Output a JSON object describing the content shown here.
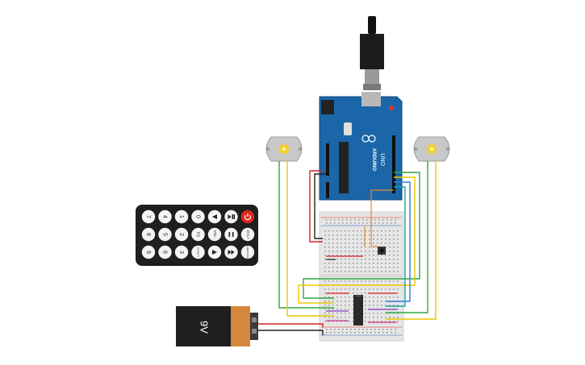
{
  "arduino": {
    "brand": "ARDUINO",
    "model": "UNO",
    "logo": "arduino-infinity-logo"
  },
  "remote": {
    "buttons": [
      {
        "label": "7",
        "icon": null
      },
      {
        "label": "4",
        "icon": null
      },
      {
        "label": "1",
        "icon": null
      },
      {
        "label": "0",
        "icon": null
      },
      {
        "label": "",
        "icon": "rewind-icon"
      },
      {
        "label": "",
        "icon": "play-pause-icon"
      },
      {
        "label": "",
        "icon": "power-icon"
      },
      {
        "label": "8",
        "icon": null
      },
      {
        "label": "5",
        "icon": null
      },
      {
        "label": "2",
        "icon": null
      },
      {
        "label": "EQ",
        "icon": null
      },
      {
        "label": "VOL-",
        "icon": null
      },
      {
        "label": "",
        "icon": "stop-icon"
      },
      {
        "label": "VOL+",
        "icon": null
      },
      {
        "label": "9",
        "icon": null
      },
      {
        "label": "6",
        "icon": null
      },
      {
        "label": "3",
        "icon": null
      },
      {
        "label": "ST/REPT",
        "icon": null
      },
      {
        "label": "",
        "icon": "up-icon"
      },
      {
        "label": "",
        "icon": "fast-forward-icon"
      },
      {
        "label": "FUNC/STOP",
        "icon": null
      }
    ]
  },
  "battery": {
    "label": "9V"
  },
  "colors": {
    "arduino_blue": "#1b66a8",
    "breadboard": "#e6e6e6",
    "wire_red": "#d42020",
    "wire_black": "#222222",
    "wire_green": "#2fa83a",
    "wire_yellow": "#e8c800",
    "wire_blue": "#3a78d8",
    "wire_teal": "#1aa3a3",
    "wire_orange": "#e08a2e",
    "wire_purple": "#8a3cc8",
    "wire_magenta": "#d03090",
    "motor_body": "#c8c8c8",
    "motor_shaft": "#f2d12e",
    "remote_body": "#1f1f1f",
    "power_red": "#e0251b",
    "battery_orange": "#d5883b"
  }
}
